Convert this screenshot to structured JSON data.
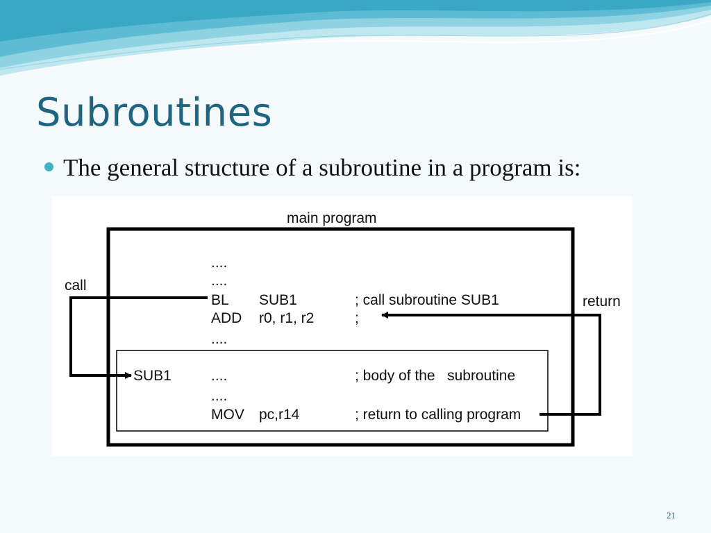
{
  "slide": {
    "title": "Subroutines",
    "bullet": "The general structure of a subroutine in a program is:",
    "page_number": "21"
  },
  "diagram": {
    "outer_label": "main program",
    "call_label": "call",
    "return_label": "return",
    "main_lines": [
      {
        "label": "",
        "op": "....",
        "operand": "",
        "comment": ""
      },
      {
        "label": "",
        "op": "....",
        "operand": "",
        "comment": ""
      },
      {
        "label": "",
        "op": "BL",
        "operand": "SUB1",
        "comment": "; call subroutine SUB1"
      },
      {
        "label": "",
        "op": "ADD",
        "operand": "r0, r1, r2",
        "comment": ";"
      },
      {
        "label": "",
        "op": "....",
        "operand": "",
        "comment": ""
      }
    ],
    "sub_lines": [
      {
        "label": "SUB1",
        "op": "....",
        "operand": "",
        "comment": "; body of the   subroutine"
      },
      {
        "label": "",
        "op": "....",
        "operand": "",
        "comment": ""
      },
      {
        "label": "",
        "op": "MOV",
        "operand": "pc,r14",
        "comment": "; return to calling program"
      }
    ]
  },
  "colors": {
    "title": "#1f6480",
    "bullet": "#3fb2c6",
    "wave_light": "#b9e6ef",
    "wave_mid": "#79c9de",
    "wave_dark": "#3aa7c5"
  }
}
